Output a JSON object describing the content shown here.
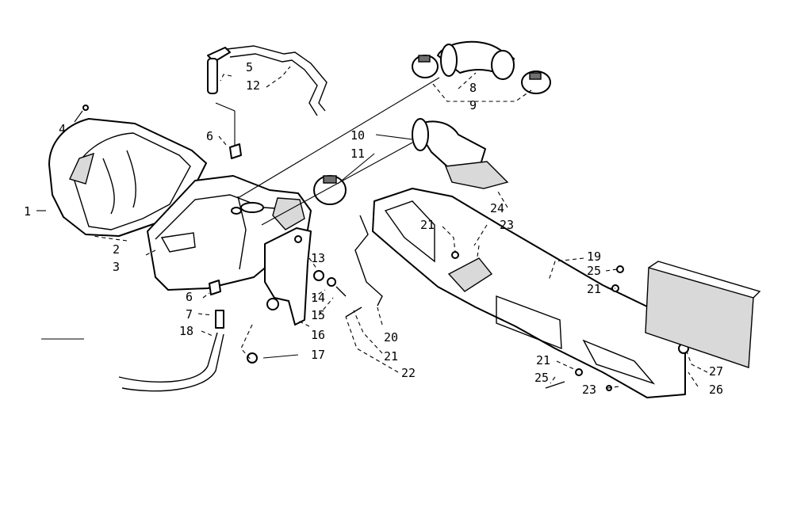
{
  "callouts": [
    {
      "id": "c1",
      "text": "1"
    },
    {
      "id": "c2",
      "text": "2"
    },
    {
      "id": "c3",
      "text": "3"
    },
    {
      "id": "c4",
      "text": "4"
    },
    {
      "id": "c5",
      "text": "5"
    },
    {
      "id": "c12",
      "text": "12"
    },
    {
      "id": "c6a",
      "text": "6"
    },
    {
      "id": "c6b",
      "text": "6"
    },
    {
      "id": "c7",
      "text": "7"
    },
    {
      "id": "c18",
      "text": "18"
    },
    {
      "id": "c8",
      "text": "8"
    },
    {
      "id": "c9",
      "text": "9"
    },
    {
      "id": "c10",
      "text": "10"
    },
    {
      "id": "c11",
      "text": "11"
    },
    {
      "id": "c24",
      "text": "24"
    },
    {
      "id": "c21a",
      "text": "21"
    },
    {
      "id": "c23a",
      "text": "23"
    },
    {
      "id": "c13",
      "text": "13"
    },
    {
      "id": "c14",
      "text": "14"
    },
    {
      "id": "c15",
      "text": "15"
    },
    {
      "id": "c16",
      "text": "16"
    },
    {
      "id": "c17",
      "text": "17"
    },
    {
      "id": "c20",
      "text": "20"
    },
    {
      "id": "c21b",
      "text": "21"
    },
    {
      "id": "c22",
      "text": "22"
    },
    {
      "id": "c19",
      "text": "19"
    },
    {
      "id": "c25a",
      "text": "25"
    },
    {
      "id": "c21c",
      "text": "21"
    },
    {
      "id": "c21d",
      "text": "21"
    },
    {
      "id": "c25b",
      "text": "25"
    },
    {
      "id": "c23b",
      "text": "23"
    },
    {
      "id": "c27",
      "text": "27"
    },
    {
      "id": "c26",
      "text": "26"
    }
  ]
}
